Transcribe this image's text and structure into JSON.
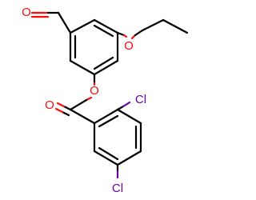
{
  "molecule": {
    "atoms": {
      "aldehyde_o": "O",
      "ether_o": "O",
      "ester_o": "O",
      "carbonyl_o": "O",
      "cl_ortho": "Cl",
      "cl_para": "Cl"
    },
    "colors": {
      "carbon_bond": "#000000",
      "oxygen": "#ff0d0d",
      "chlorine": "#6a00a8",
      "background": "#ffffff"
    }
  }
}
